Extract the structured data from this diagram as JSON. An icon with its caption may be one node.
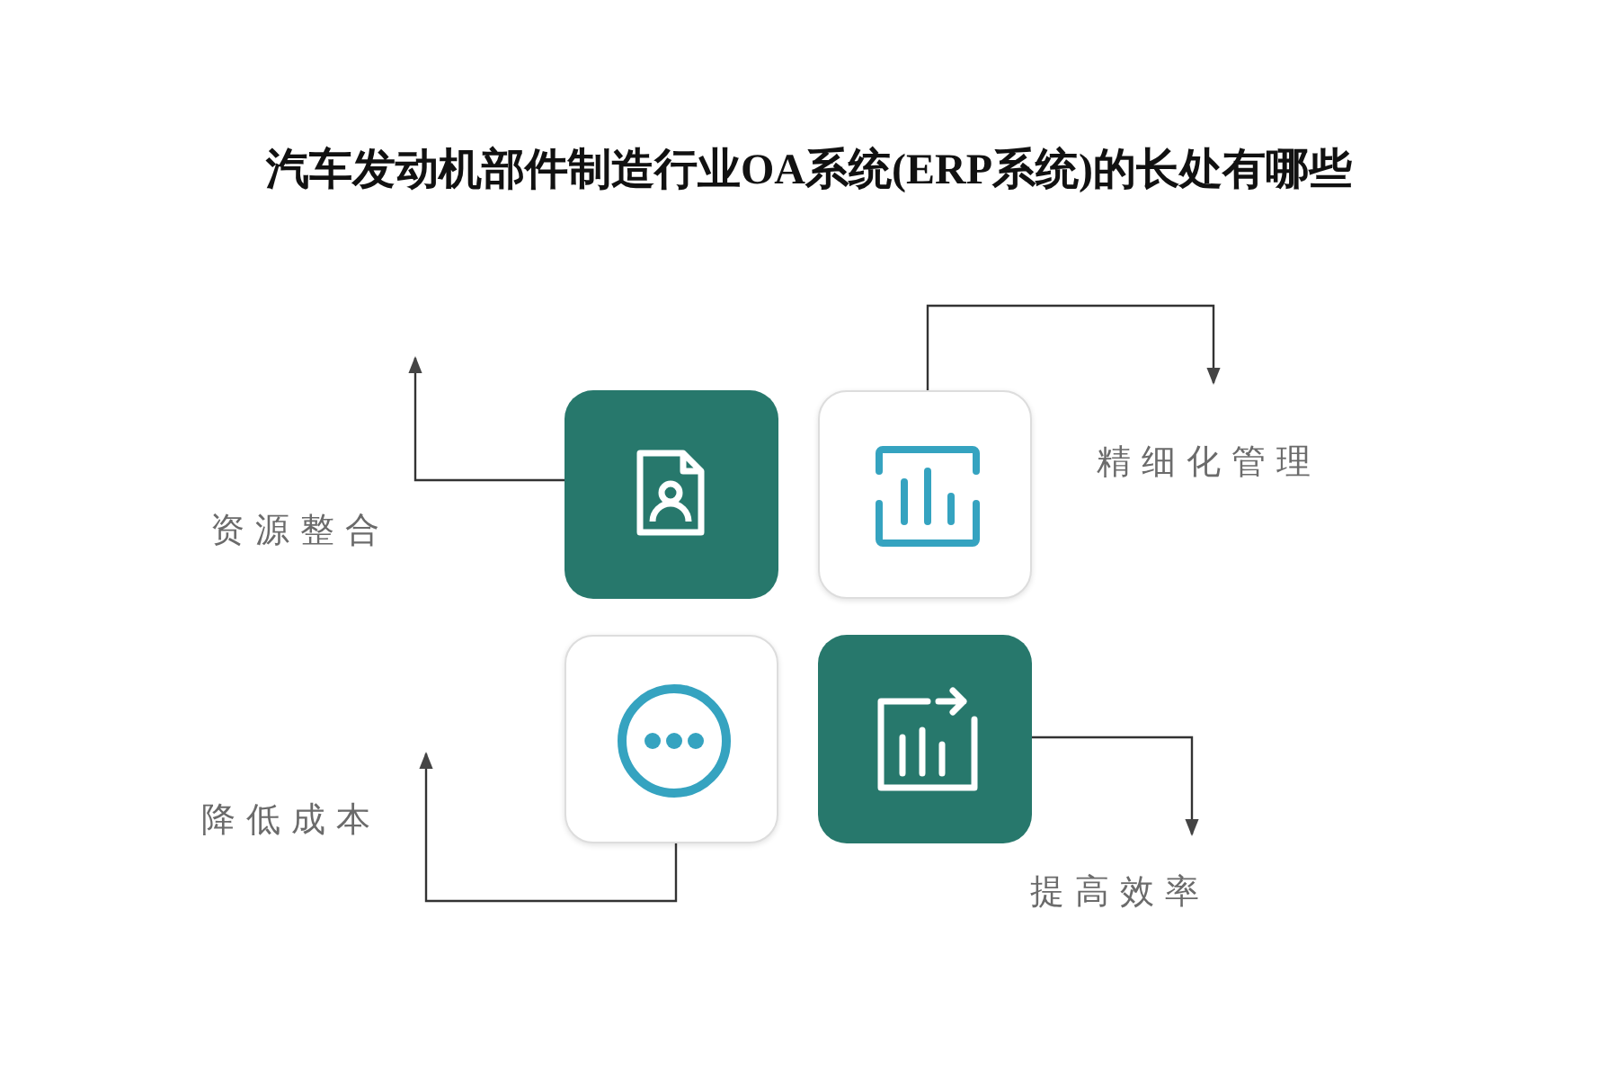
{
  "diagram": {
    "title": "汽车发动机部件制造行业OA系统(ERP系统)的长处有哪些",
    "nodes": [
      {
        "text": [],
        "shape": "box"
      },
      {
        "text": [],
        "shape": "box"
      },
      {
        "text": [],
        "shape": "box"
      },
      {
        "text": [],
        "shape": "box"
      }
    ],
    "labels": [
      "精细化管理",
      "资源整合",
      "降低成本",
      "提高效率"
    ],
    "edges": [
      {
        "from": 0,
        "to": null,
        "arrow": "to"
      },
      {
        "from": 1,
        "to": null,
        "arrow": "to"
      },
      {
        "from": 2,
        "to": null,
        "arrow": "to"
      },
      {
        "from": 3,
        "to": null,
        "arrow": "to"
      }
    ]
  }
}
